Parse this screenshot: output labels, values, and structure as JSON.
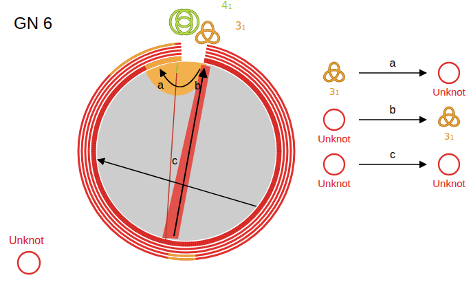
{
  "diagram": {
    "nodes": [
      {
        "text": [
          "3₁"
        ]
      },
      {
        "text": [
          "Unknot"
        ]
      },
      {
        "text": [
          "Unknot"
        ]
      },
      {
        "text": [
          "3₁"
        ]
      },
      {
        "text": [
          "Unknot"
        ]
      },
      {
        "text": [
          "Unknot"
        ]
      }
    ],
    "edges": [
      {
        "from": 0,
        "to": 1,
        "arrow": "to",
        "label": "a"
      },
      {
        "from": 2,
        "to": 3,
        "arrow": "to",
        "label": "b"
      },
      {
        "from": 4,
        "to": 5,
        "arrow": "to",
        "label": "c"
      }
    ],
    "labels": [
      "GN 6",
      "4₁",
      "3₁",
      "a",
      "b",
      "c",
      "Unknot"
    ]
  }
}
